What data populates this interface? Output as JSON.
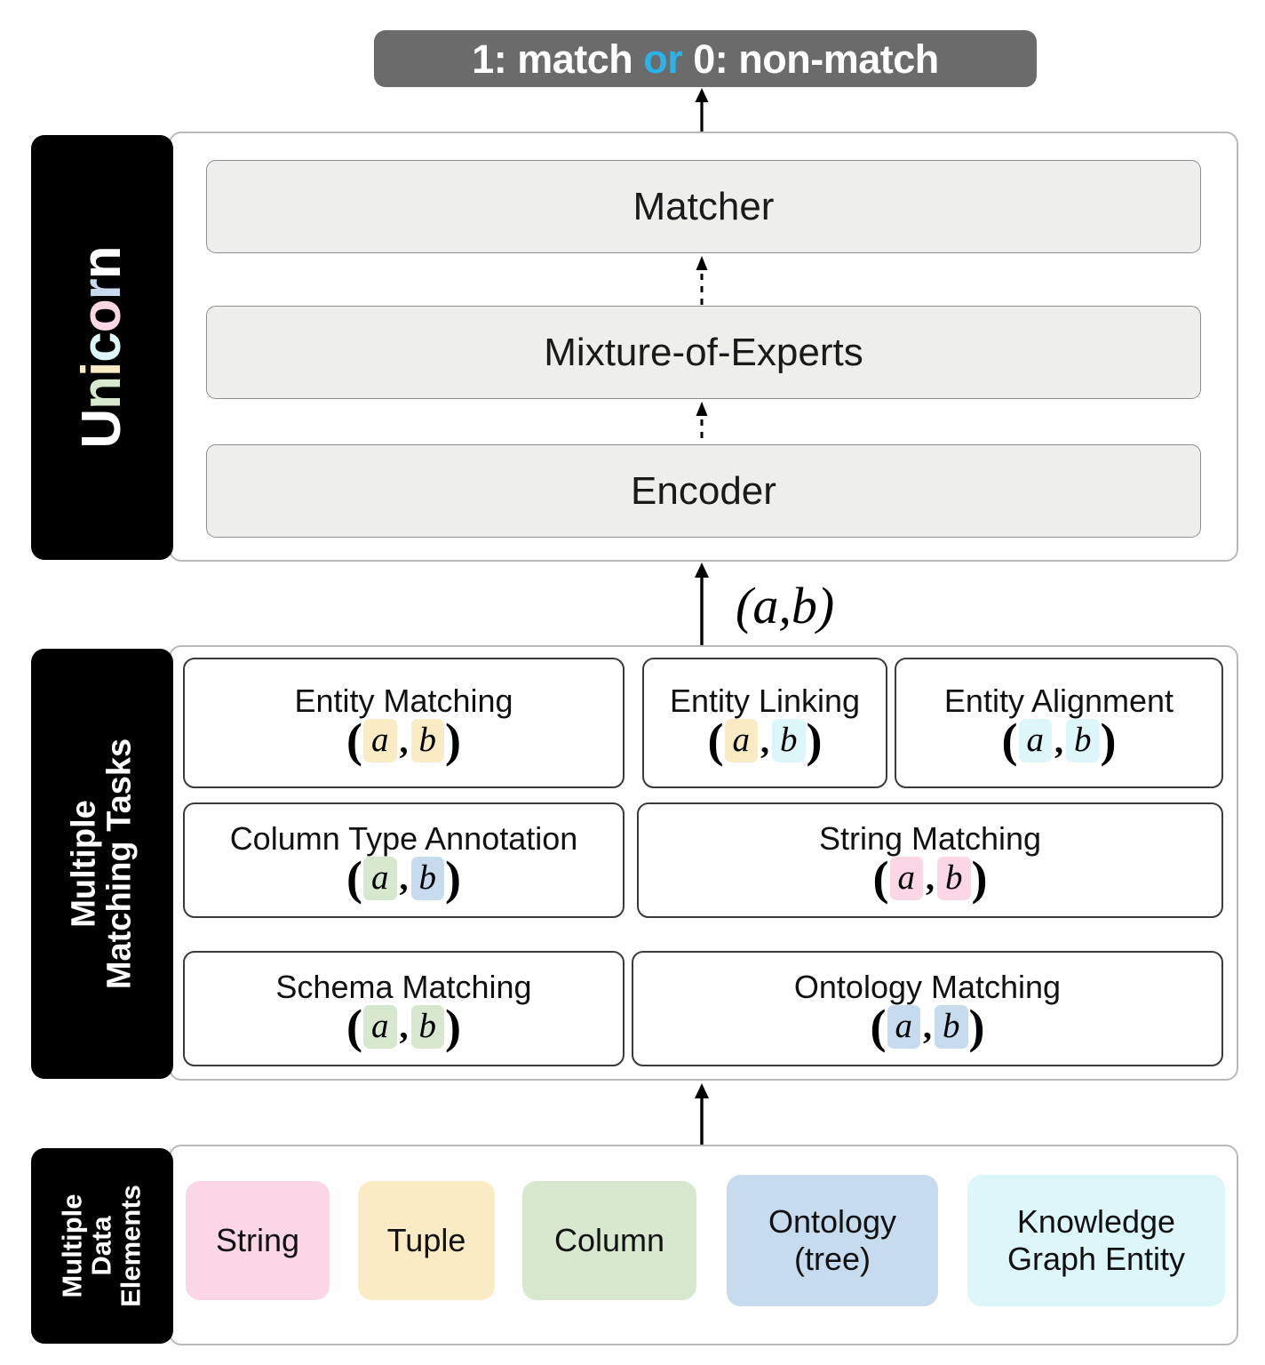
{
  "output": {
    "prefix": "1: match ",
    "accent": "or",
    "suffix": " 0: non-match",
    "bg_color": "#6b6b6b",
    "accent_color": "#2bb3e8"
  },
  "palette": {
    "string_pink": "#fbd6e5",
    "tuple_yellow": "#fbebc5",
    "column_green": "#d7e8ce",
    "ontology_blue": "#c7dbef",
    "kg_cyan": "#dcf6fa"
  },
  "unicorn": {
    "label": "Unicorn",
    "letters": [
      {
        "ch": "U",
        "color": "#ffffff"
      },
      {
        "ch": "n",
        "color": "#d7e8ce"
      },
      {
        "ch": "i",
        "color": "#fbebc5"
      },
      {
        "ch": "c",
        "color": "#dcf6fa"
      },
      {
        "ch": "o",
        "color": "#fbd6e5"
      },
      {
        "ch": "r",
        "color": "#c7dbef"
      },
      {
        "ch": "n",
        "color": "#ffffff"
      }
    ],
    "stack": [
      {
        "name": "matcher",
        "label": "Matcher"
      },
      {
        "name": "mixture-of-experts",
        "label": "Mixture-of-Experts"
      },
      {
        "name": "encoder",
        "label": "Encoder"
      }
    ]
  },
  "pair_edge_label": "(a,b)",
  "tasks_section": {
    "tab_lines": [
      "Multiple",
      "Matching Tasks"
    ],
    "cards": [
      {
        "name": "entity-matching",
        "title": "Entity Matching",
        "a_color": "#fbebc5",
        "b_color": "#fbebc5"
      },
      {
        "name": "entity-linking",
        "title": "Entity Linking",
        "a_color": "#fbebc5",
        "b_color": "#dcf6fa"
      },
      {
        "name": "entity-alignment",
        "title": "Entity Alignment",
        "a_color": "#dcf6fa",
        "b_color": "#dcf6fa"
      },
      {
        "name": "column-type-annotation",
        "title": "Column Type Annotation",
        "a_color": "#d7e8ce",
        "b_color": "#c7dbef"
      },
      {
        "name": "string-matching",
        "title": "String Matching",
        "a_color": "#fbd6e5",
        "b_color": "#fbd6e5"
      },
      {
        "name": "schema-matching",
        "title": "Schema Matching",
        "a_color": "#d7e8ce",
        "b_color": "#d7e8ce"
      },
      {
        "name": "ontology-matching",
        "title": "Ontology Matching",
        "a_color": "#c7dbef",
        "b_color": "#c7dbef"
      }
    ],
    "var_a": "a",
    "var_b": "b",
    "open_paren": "(",
    "close_paren": ")",
    "comma": ","
  },
  "elements_section": {
    "tab_lines": [
      "Multiple",
      "Data",
      "Elements"
    ],
    "chips": [
      {
        "name": "string",
        "label": "String",
        "color": "#fbd6e5"
      },
      {
        "name": "tuple",
        "label": "Tuple",
        "color": "#fbebc5"
      },
      {
        "name": "column",
        "label": "Column",
        "color": "#d7e8ce"
      },
      {
        "name": "ontology",
        "label": "Ontology\n(tree)",
        "color": "#c7dbef"
      },
      {
        "name": "kg-entity",
        "label": "Knowledge\nGraph Entity",
        "color": "#dcf6fa"
      }
    ]
  }
}
